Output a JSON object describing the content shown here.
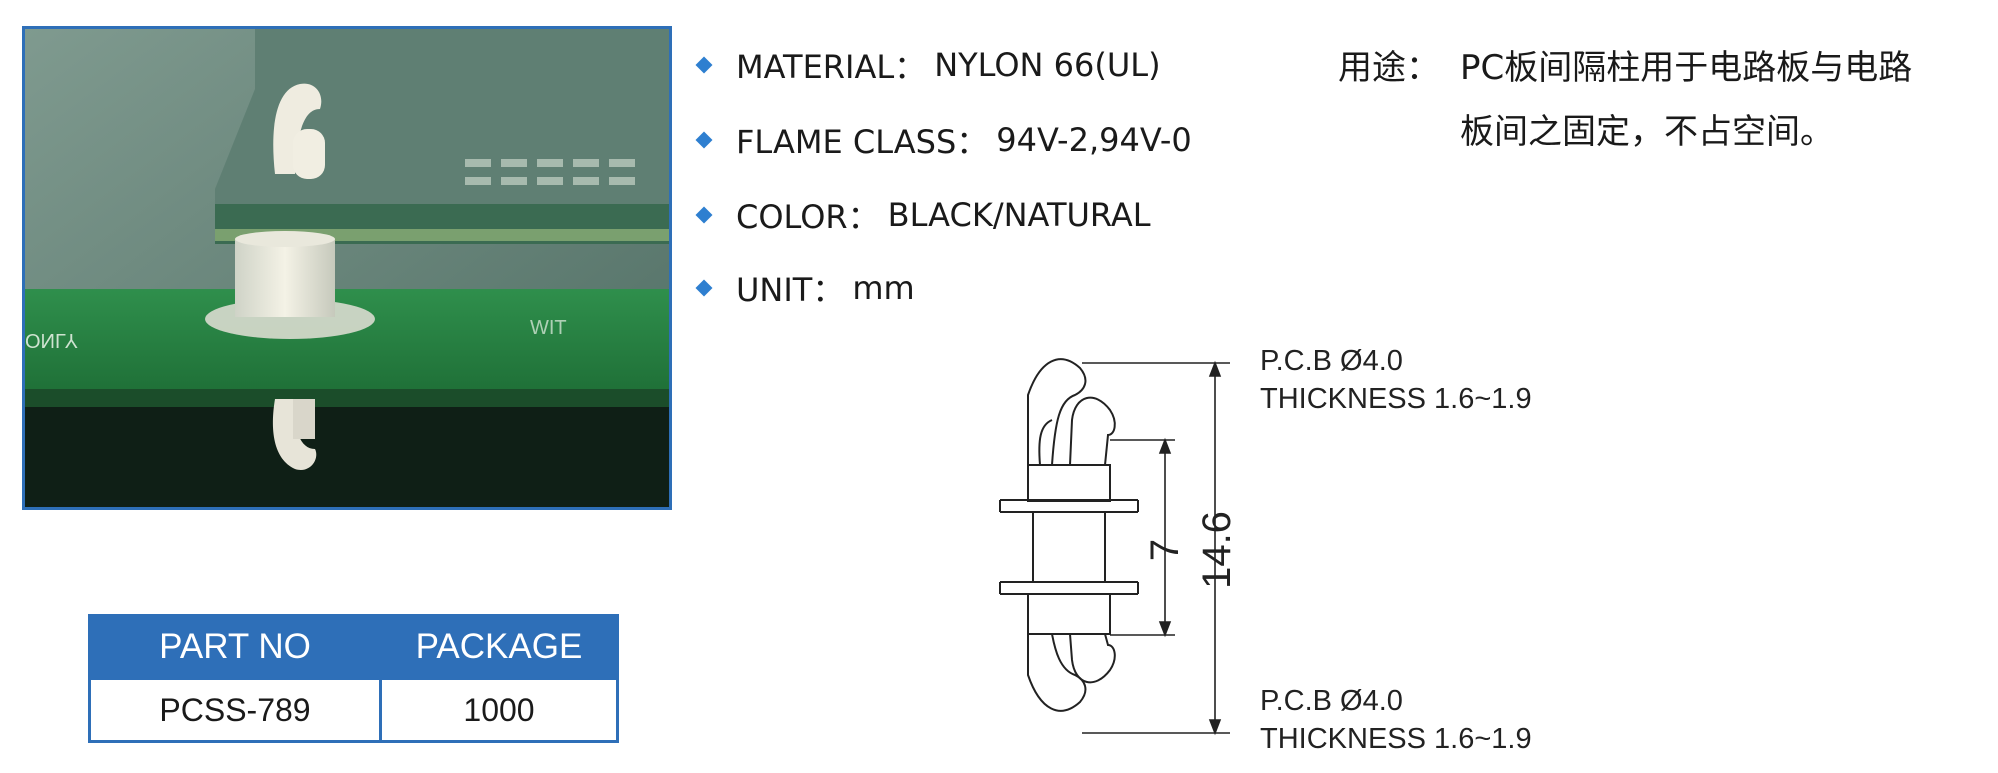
{
  "specs": [
    {
      "label": "MATERIAL：",
      "value": "NYLON 66(UL)"
    },
    {
      "label": "FLAME CLASS：",
      "value": "94V-2,94V-0"
    },
    {
      "label": "COLOR：",
      "value": "BLACK/NATURAL"
    },
    {
      "label": "UNIT：",
      "value": "mm"
    }
  ],
  "usage": {
    "label": "用途：",
    "line1": "PC板间隔柱用于电路板与电路",
    "line2": "板间之固定，不占空间。"
  },
  "table": {
    "headers": [
      "PART NO",
      "PACKAGE"
    ],
    "row": [
      "PCSS-789",
      "1000"
    ]
  },
  "drawing": {
    "top_note_1": "P.C.B  Ø4.0",
    "top_note_2": "THICKNESS  1.6~1.9",
    "bottom_note_1": "P.C.B  Ø4.0",
    "bottom_note_2": "THICKNESS  1.6~1.9",
    "dim_inner": "7",
    "dim_overall": "14.6"
  },
  "photo_text": {
    "silk_left": "ONLY",
    "silk_right": "WIT"
  },
  "colors": {
    "accent_blue": "#2e6fb8",
    "bullet_blue": "#2e7fd0",
    "pcb_green": "#2f8a4a"
  }
}
